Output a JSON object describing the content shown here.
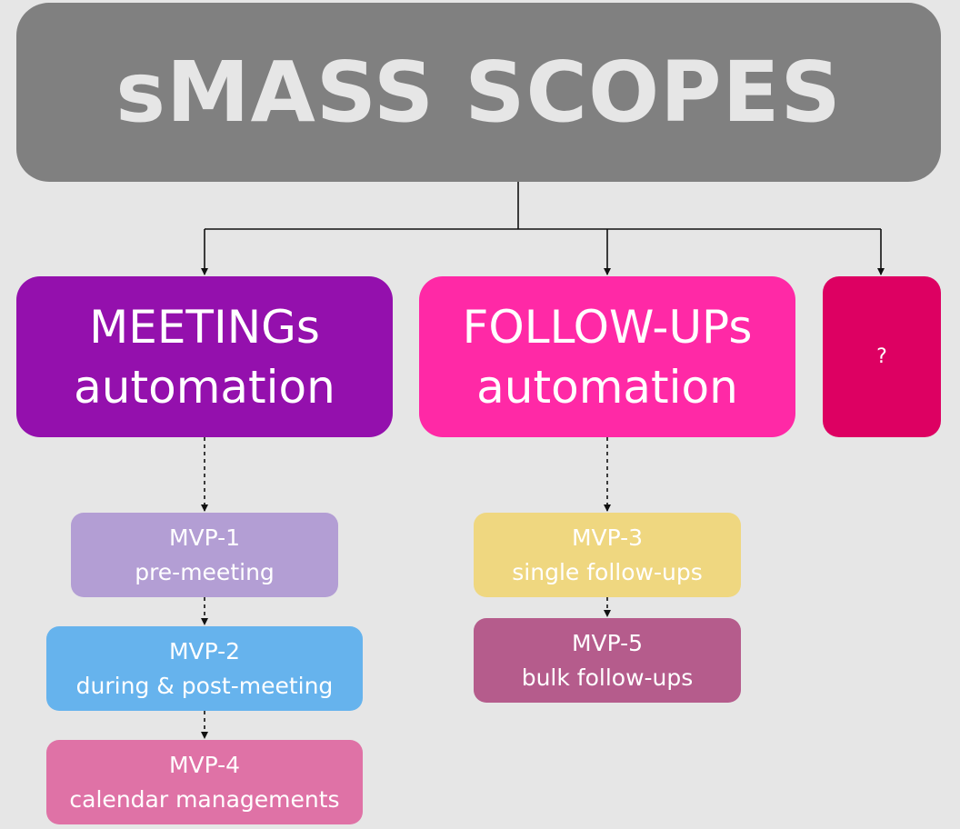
{
  "title": "sMASS SCOPES",
  "colors": {
    "background": "#e6e6e6",
    "title_box": "#808080",
    "title_text": "#e6e6e6",
    "meetings": "#9410ad",
    "followups": "#ff29a6",
    "unknown": "#dd0062",
    "mvp1": "#b39ed4",
    "mvp2": "#66b3ed",
    "mvp4": "#df72a6",
    "mvp3": "#efd780",
    "mvp5": "#b55c8c"
  },
  "scopes": {
    "meetings": {
      "line1": "MEETINGs",
      "line2": "automation"
    },
    "followups": {
      "line1": "FOLLOW-UPs",
      "line2": "automation"
    },
    "unknown": {
      "label": "?"
    }
  },
  "mvps": {
    "mvp1": {
      "id": "MVP-1",
      "desc": "pre-meeting"
    },
    "mvp2": {
      "id": "MVP-2",
      "desc": "during & post-meeting"
    },
    "mvp4": {
      "id": "MVP-4",
      "desc": "calendar managements"
    },
    "mvp3": {
      "id": "MVP-3",
      "desc": "single follow-ups"
    },
    "mvp5": {
      "id": "MVP-5",
      "desc": "bulk follow-ups"
    }
  }
}
